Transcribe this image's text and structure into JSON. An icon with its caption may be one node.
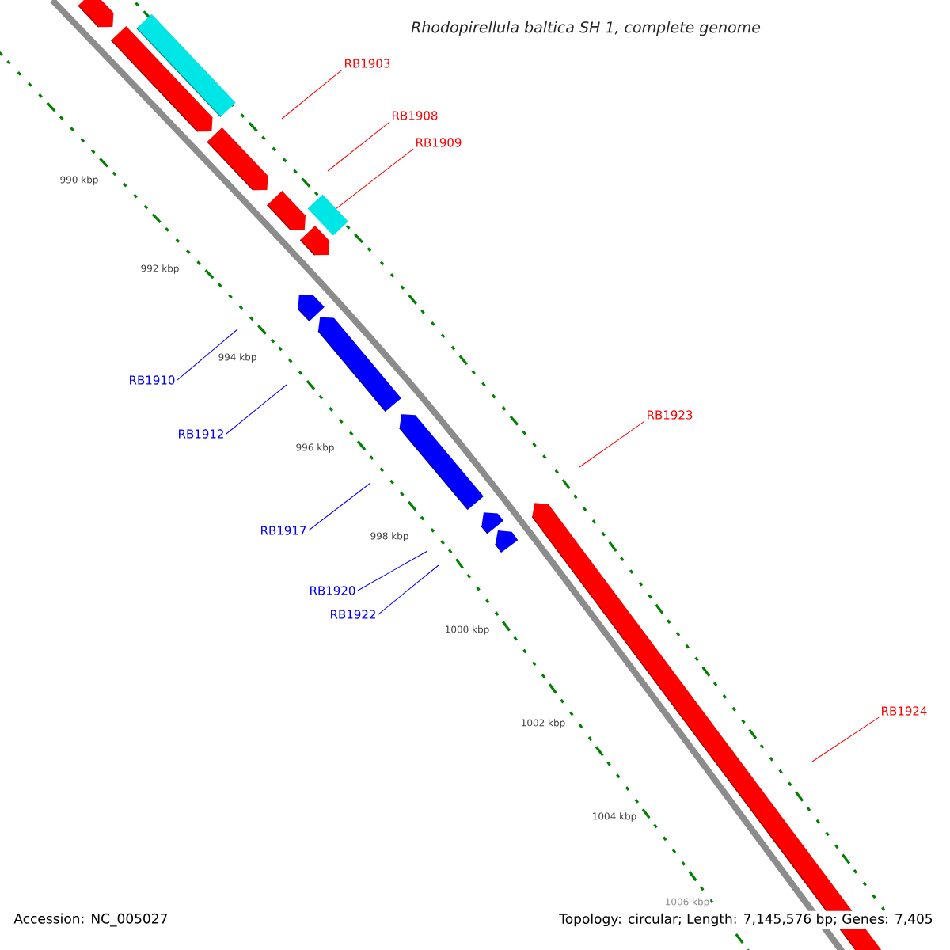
{
  "diagram": {
    "title": "Rhodopirellula baltica SH 1, complete genome",
    "nodes": [
      {
        "text": [
          "RB1903"
        ]
      },
      {
        "text": [
          "RB1908"
        ]
      },
      {
        "text": [
          "RB1909"
        ]
      },
      {
        "text": [
          "RB1910"
        ]
      },
      {
        "text": [
          "RB1912"
        ]
      },
      {
        "text": [
          "RB1917"
        ]
      },
      {
        "text": [
          "RB1920"
        ]
      },
      {
        "text": [
          "RB1922"
        ]
      },
      {
        "text": [
          "RB1923"
        ]
      },
      {
        "text": [
          "RB1924"
        ]
      },
      {
        "text": [],
        "shape": "bar"
      }
    ],
    "edges": [
      {
        "from": 0,
        "to": null,
        "arrow": "none",
        "color": "#ff0000"
      },
      {
        "from": 1,
        "to": null,
        "arrow": "none",
        "color": "#ff0000"
      },
      {
        "from": 2,
        "to": 10,
        "arrow": "none",
        "color": "#ff0000"
      },
      {
        "from": 3,
        "to": null,
        "arrow": "none",
        "color": "#0000ff"
      },
      {
        "from": 4,
        "to": null,
        "arrow": "none",
        "color": "#0000ff"
      },
      {
        "from": 5,
        "to": null,
        "arrow": "none",
        "color": "#0000ff"
      },
      {
        "from": 6,
        "to": null,
        "arrow": "none",
        "color": "#0000ff"
      },
      {
        "from": 7,
        "to": null,
        "arrow": "none",
        "color": "#0000ff"
      },
      {
        "from": 8,
        "to": null,
        "arrow": "none",
        "color": "#ff0000"
      },
      {
        "from": 9,
        "to": null,
        "arrow": "none",
        "color": "#ff0000"
      }
    ],
    "labels": [
      "990 kbp",
      "992 kbp",
      "994 kbp",
      "996 kbp",
      "998 kbp",
      "1000 kbp",
      "1002 kbp",
      "1004 kbp",
      "1006 kbp",
      "Accession: NC_005027",
      "Topology: circular; Length: 7,145,576 bp; Genes: 7,405"
    ]
  }
}
